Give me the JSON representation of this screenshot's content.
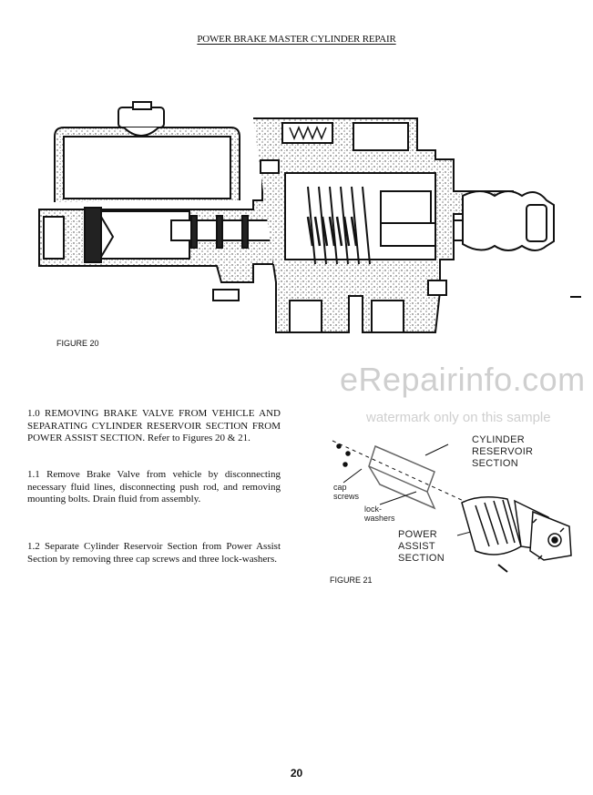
{
  "header": {
    "title": "POWER BRAKE MASTER CYLINDER REPAIR"
  },
  "figure20": {
    "caption": "FIGURE 20"
  },
  "watermark": {
    "site": "eRepairinfo.com",
    "note": "watermark only on this sample"
  },
  "body": {
    "p1": "1.0 REMOVING BRAKE VALVE FROM VEHICLE AND SEPARATING CYLINDER RESERVOIR SECTION FROM POWER ASSIST SECTION. Refer to Figures 20 & 21.",
    "p2": "1.1 Remove Brake Valve from vehicle by disconnecting necessary fluid lines, disconnecting push rod, and removing mounting bolts. Drain fluid from assembly.",
    "p3": "1.2 Separate Cylinder Reservoir Section from Power Assist Section by removing three cap screws and three lock-washers."
  },
  "figure21": {
    "caption": "FIGURE 21",
    "labels": {
      "cylinder_reservoir_1": "CYLINDER",
      "cylinder_reservoir_2": "RESERVOIR",
      "cylinder_reservoir_3": "SECTION",
      "cap_screws_1": "cap",
      "cap_screws_2": "screws",
      "lock_washers_1": "lock-",
      "lock_washers_2": "washers",
      "power_assist_1": "POWER",
      "power_assist_2": "ASSIST",
      "power_assist_3": "SECTION"
    }
  },
  "page": {
    "number": "20"
  }
}
